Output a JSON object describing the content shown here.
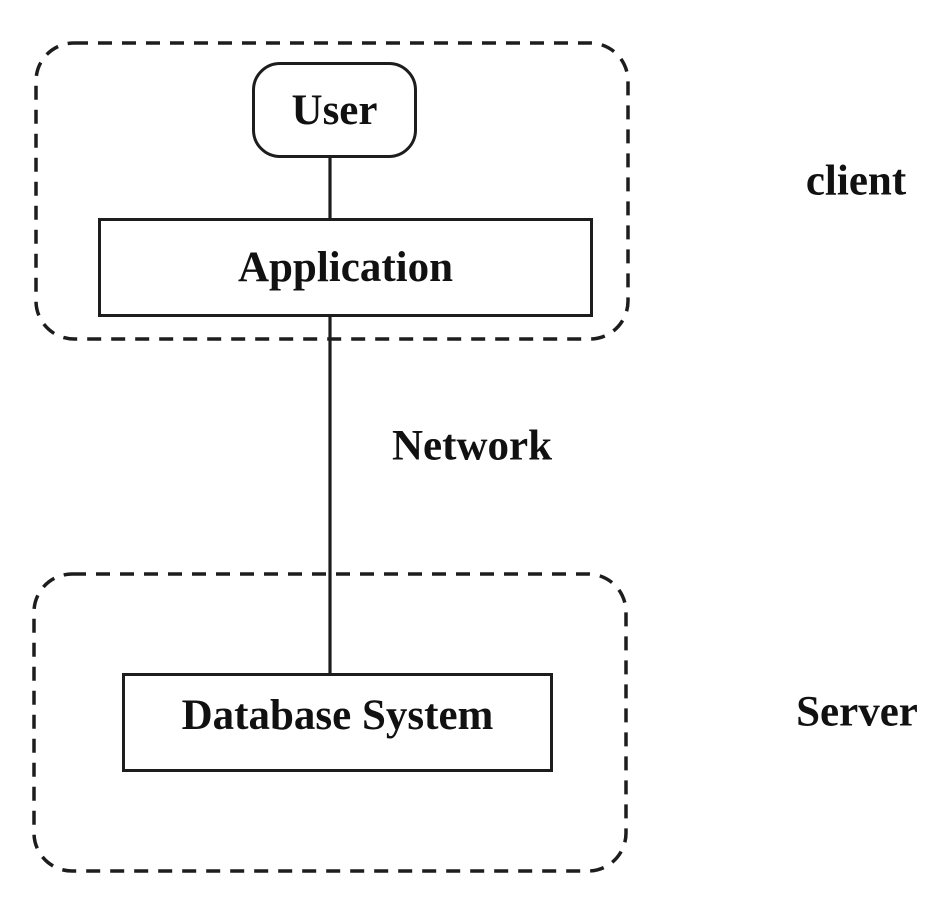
{
  "diagram": {
    "nodes": {
      "user": {
        "label": "User",
        "shape": "rounded-rectangle"
      },
      "application": {
        "label": "Application",
        "shape": "rectangle"
      },
      "database": {
        "label": "Database System",
        "shape": "rectangle"
      }
    },
    "edges": {
      "user_to_application": {
        "from": "User",
        "to": "Application"
      },
      "application_to_database": {
        "from": "Application",
        "to": "Database System",
        "label": "Network"
      }
    },
    "groups": {
      "client": {
        "label": "client",
        "style": "dashed-rounded",
        "members": [
          "User",
          "Application"
        ]
      },
      "server": {
        "label": "Server",
        "style": "dashed-rounded",
        "members": [
          "Database System"
        ]
      }
    },
    "colors": {
      "line": "#1d1d1d",
      "text": "#111111",
      "background": "#ffffff"
    }
  }
}
